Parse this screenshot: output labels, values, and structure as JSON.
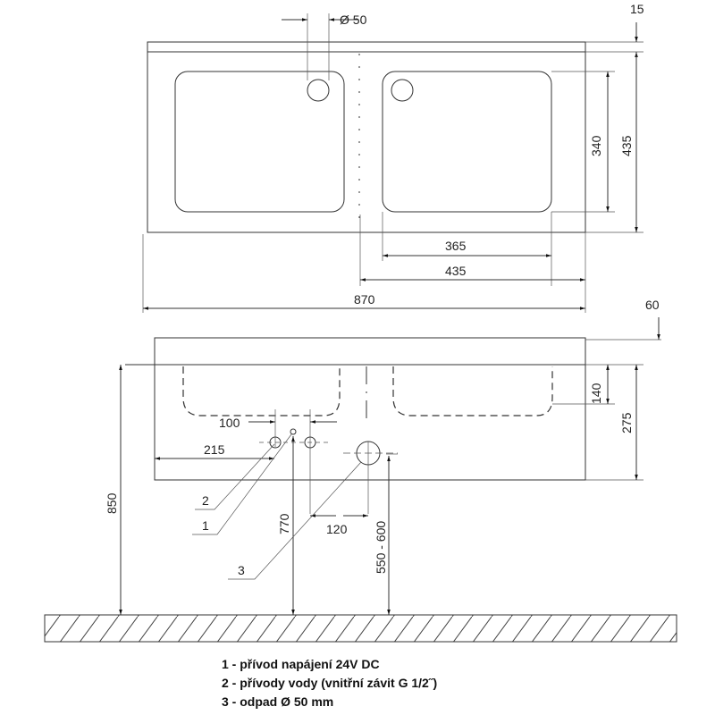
{
  "top_view": {
    "dim_hole": "Ø 50",
    "dim_rim": "15",
    "dim_basin_depth": "340",
    "dim_depth": "435",
    "dim_basin_width": "365",
    "dim_bay_width": "435",
    "dim_total_width": "870"
  },
  "front_view": {
    "dim_top": "60",
    "dim_basin_height": "140",
    "dim_body_height": "275",
    "dim_height": "850",
    "dim_supply_offset": "100",
    "dim_left_offset": "215",
    "dim_supply_height": "770",
    "dim_drain_spacing": "120",
    "dim_drain_height": "550 - 600"
  },
  "callouts": [
    "1",
    "2",
    "3"
  ],
  "legend": [
    "1 - přívod napájení 24V DC",
    "2 - přívody vody (vnitřní závit G 1/2˝)",
    "3 - odpad Ø 50 mm"
  ]
}
